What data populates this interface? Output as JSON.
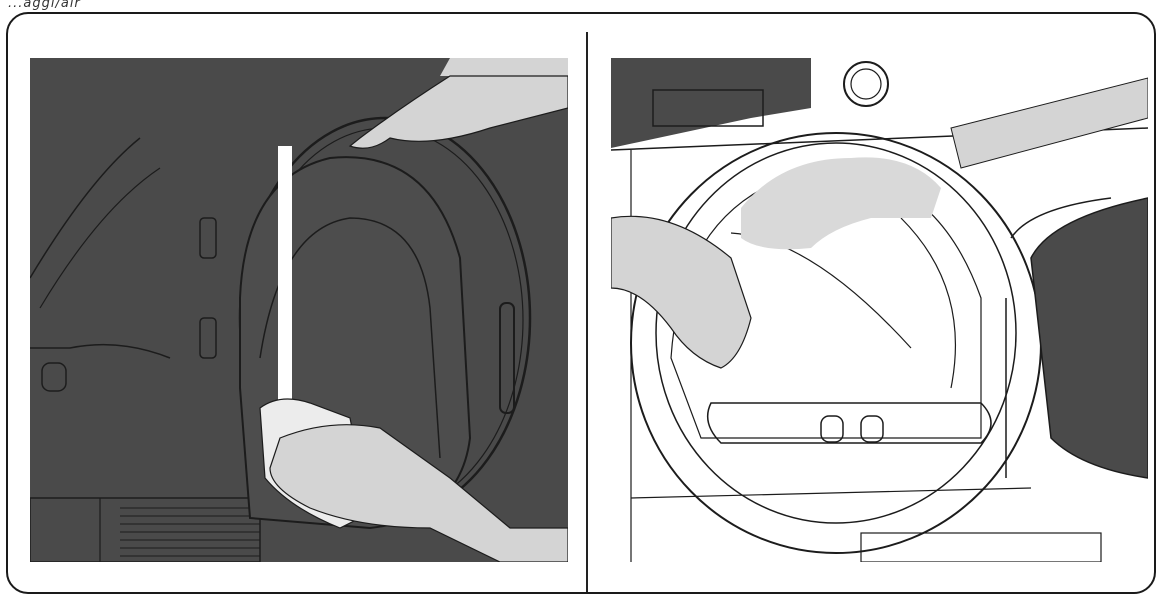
{
  "caption": "...aggi/air",
  "colors": {
    "panel_dark": "#4a4a4a",
    "line": "#1c1c1c",
    "cloth": "#d9d9d9",
    "sleeve": "#d4d4d4",
    "highlight": "#ffffff"
  },
  "illustrations": [
    {
      "name": "left-panel",
      "subject": "hand-wiping-door-seal-icon"
    },
    {
      "name": "right-panel",
      "subject": "hand-wiping-drum-opening-icon"
    }
  ]
}
